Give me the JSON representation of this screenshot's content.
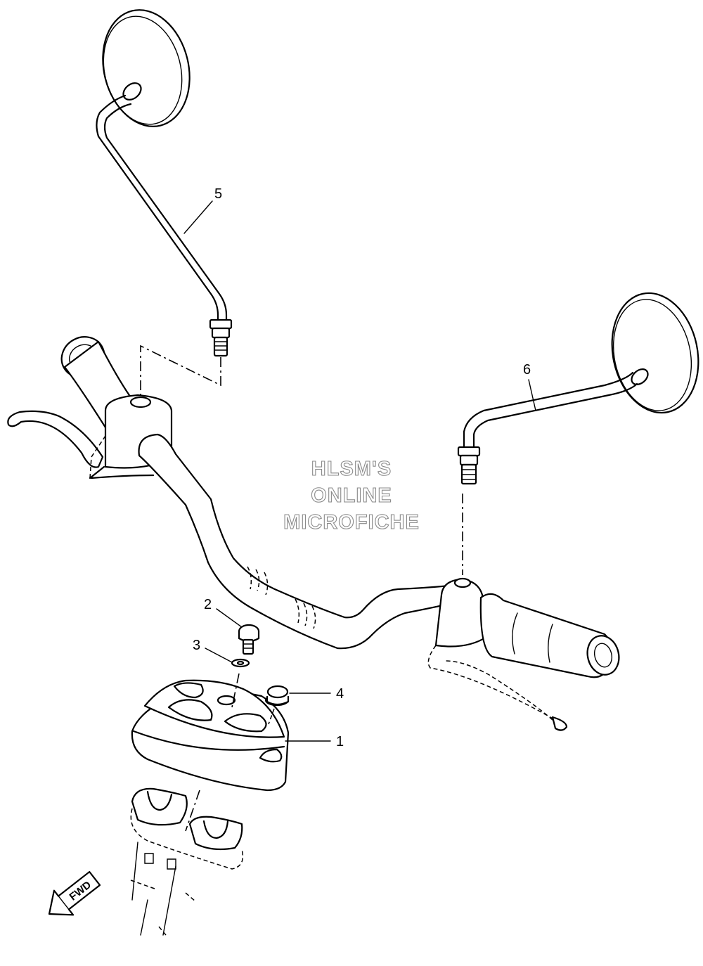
{
  "callouts": [
    {
      "id": "1",
      "label": "1"
    },
    {
      "id": "2",
      "label": "2"
    },
    {
      "id": "3",
      "label": "3"
    },
    {
      "id": "4",
      "label": "4"
    },
    {
      "id": "5",
      "label": "5"
    },
    {
      "id": "6",
      "label": "6"
    }
  ],
  "watermark": {
    "line1": "HLSM'S",
    "line2": "ONLINE",
    "line3": "MICROFICHE"
  },
  "direction_badge": {
    "label": "FWD"
  }
}
